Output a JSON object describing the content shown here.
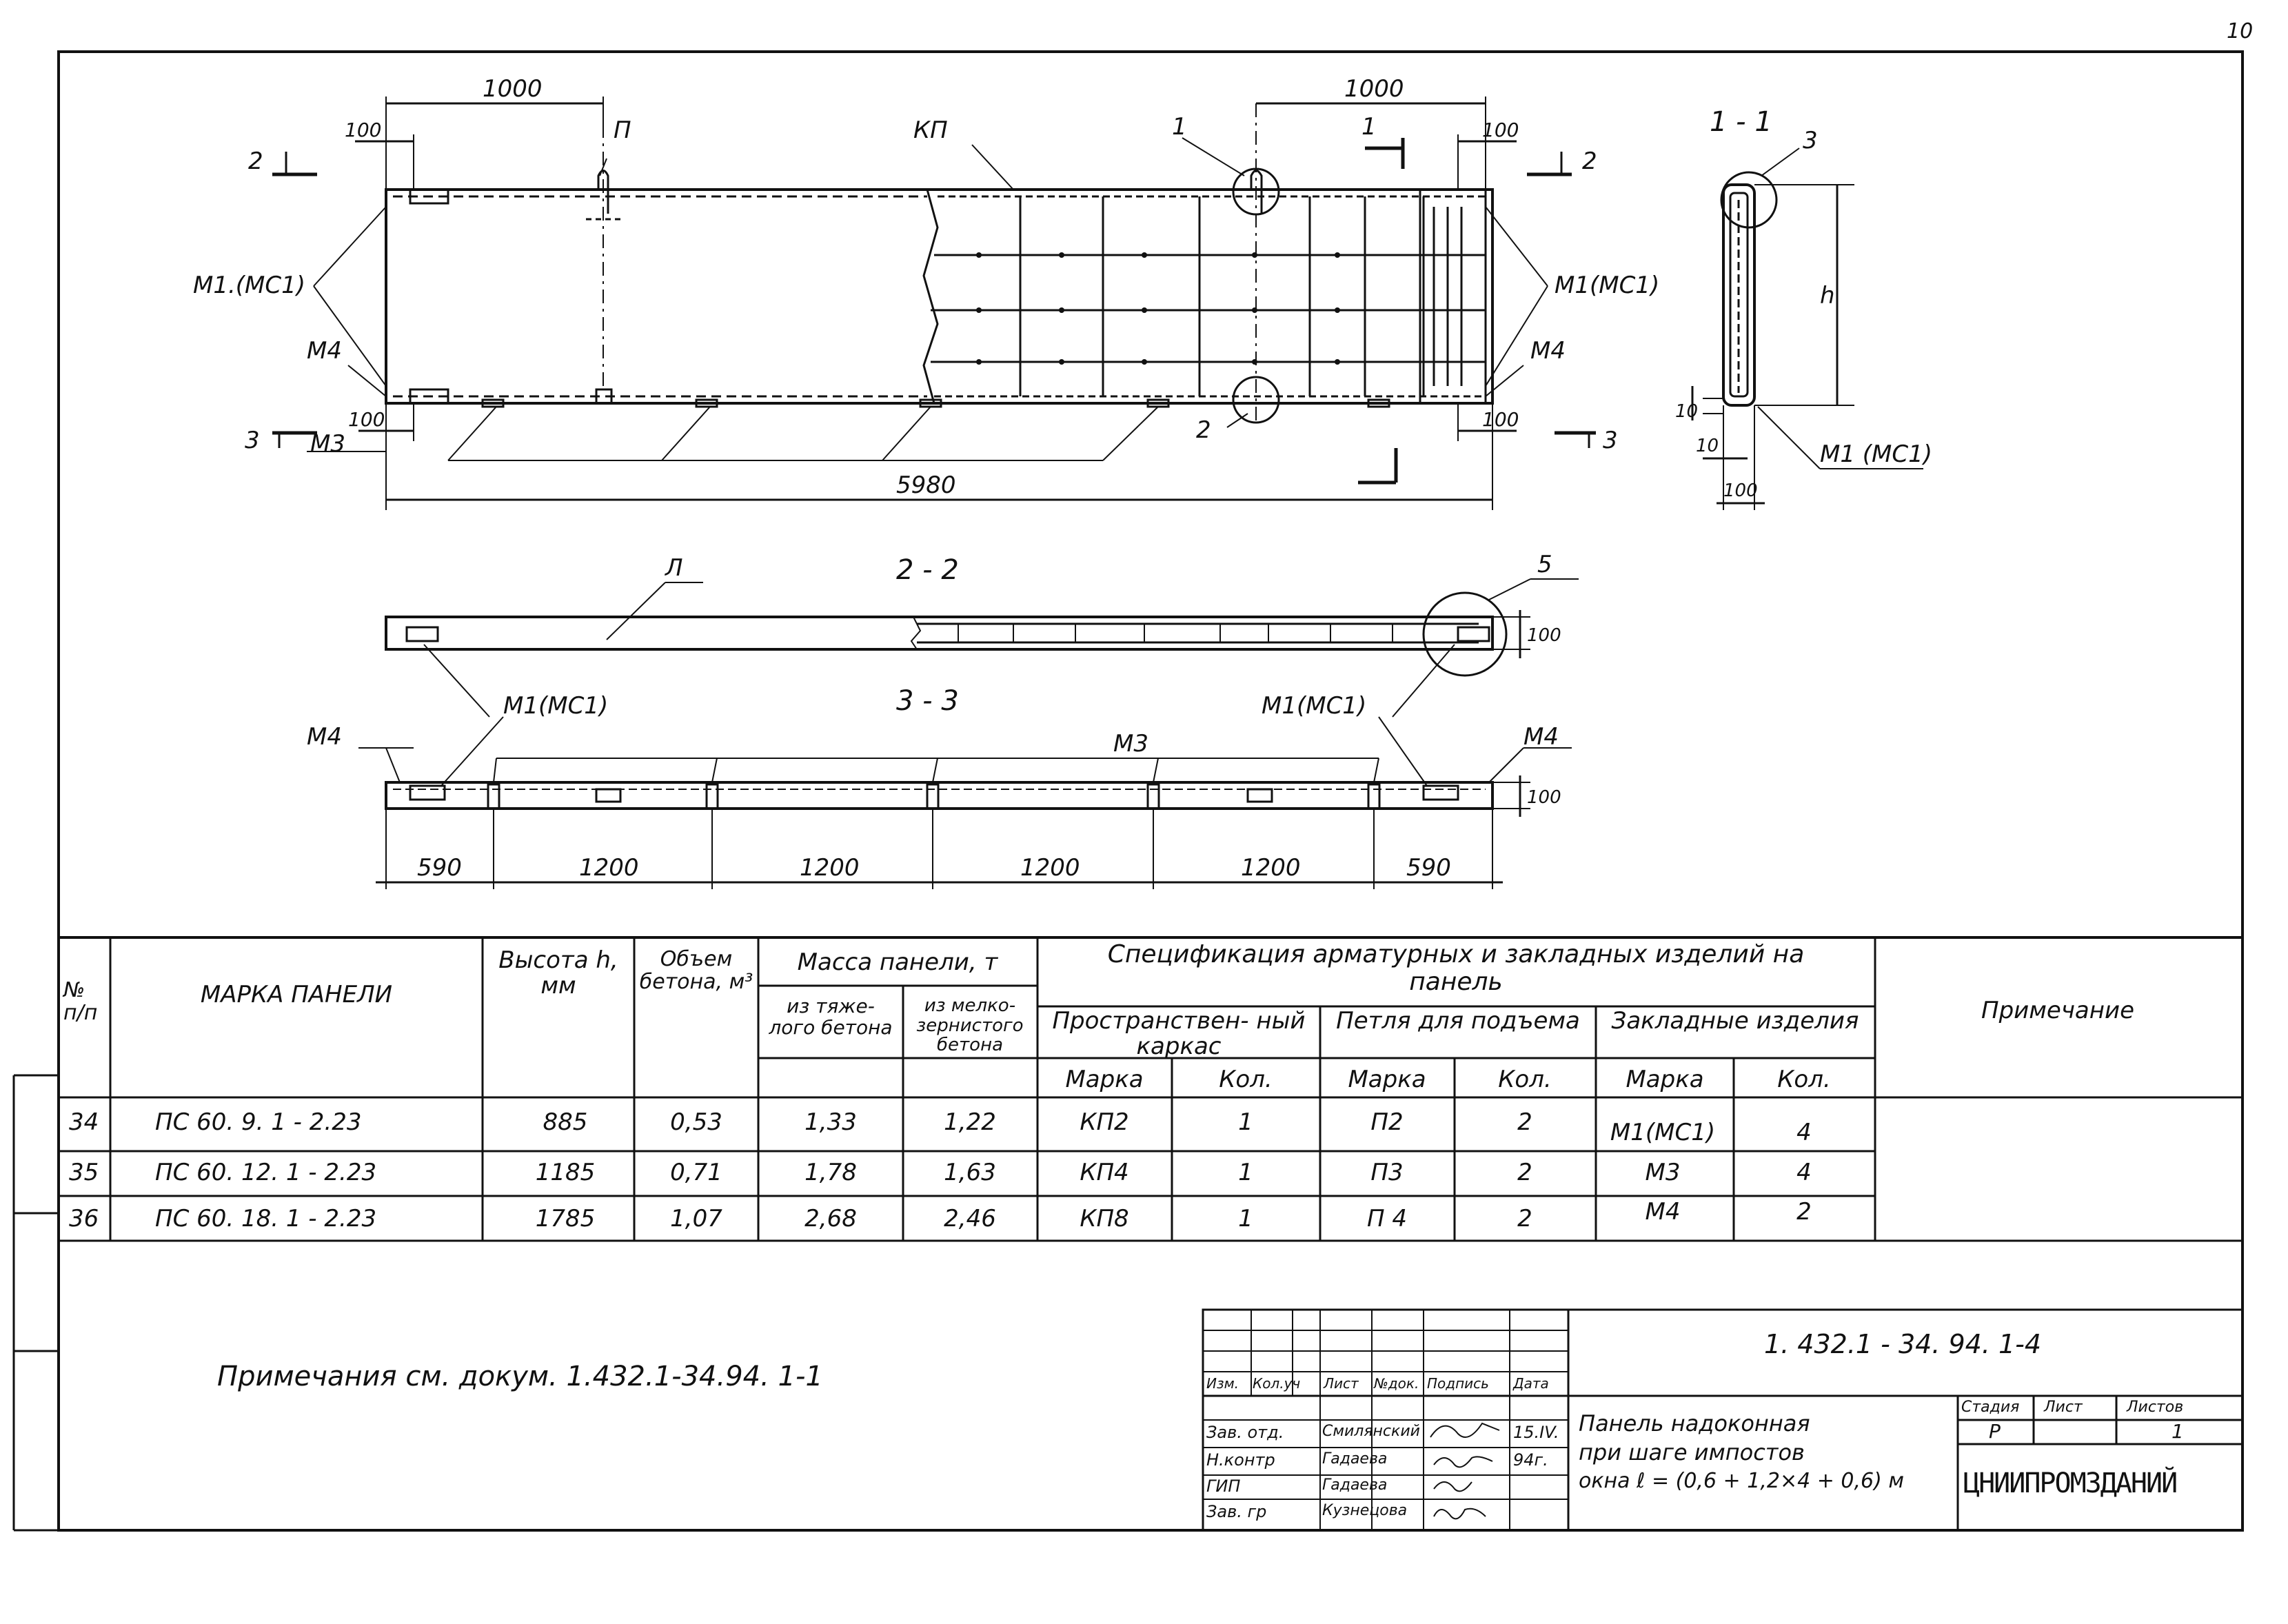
{
  "page_number": "10",
  "drawing": {
    "dims_top": {
      "left_1000": "1000",
      "left_100": "100",
      "right_1000": "1000",
      "right_100": "100",
      "left_100_bottom": "100",
      "right_100_bottom": "100",
      "overall": "5980"
    },
    "labels": {
      "P": "П",
      "KP": "КП",
      "one": "1",
      "two": "2",
      "M1_left": "М1.(МС1)",
      "M1_right": "М1(МС1)",
      "M4_left": "М4",
      "M4_right": "М4",
      "M3_left": "М3",
      "section_marker_1": "1",
      "section_marker_2_left": "2",
      "section_marker_2_right": "2",
      "section_marker_3_left": "3",
      "section_marker_3_right": "3"
    },
    "section_1_1": {
      "title": "1 - 1",
      "label3": "3",
      "label_h": "h",
      "dim10a": "10",
      "dim10b": "10",
      "dim100": "100",
      "label_M1": "М1 (МС1)"
    },
    "section_2_2": {
      "title": "2 - 2",
      "label_L": "Л",
      "label5": "5",
      "dim100": "100"
    },
    "section_3_3": {
      "title": "3 - 3",
      "M1_left": "М1(МС1)",
      "M1_right": "М1(МС1)",
      "M4_left": "М4",
      "M4_right": "М4",
      "M3": "М3",
      "dim100": "100",
      "dims": [
        "590",
        "1200",
        "1200",
        "1200",
        "1200",
        "590"
      ]
    }
  },
  "table": {
    "headers": {
      "no": "№ п/п",
      "mark": "МАРКА ПАНЕЛИ",
      "height": "Высота h, мм",
      "volume": "Объем бетона, м³",
      "mass": "Масса панели, т",
      "mass_heavy": "из тяже- лого бетона",
      "mass_fine": "из мелко- зернистого бетона",
      "spec": "Спецификация арматурных и закладных изделий на панель",
      "frame": "Пространствен- ный каркас",
      "loop": "Петля для подъема",
      "embedded": "Закладные изделия",
      "mark_sub": "Марка",
      "qty_sub": "Кол.",
      "note": "Примечание"
    },
    "rows": [
      {
        "no": "34",
        "mark": "ПС 60. 9. 1 - 2.23",
        "h": "885",
        "vol": "0,53",
        "m1": "1,33",
        "m2": "1,22",
        "frame": "КП2",
        "fq": "1",
        "loop": "П2",
        "lq": "2"
      },
      {
        "no": "35",
        "mark": "ПС 60. 12. 1 - 2.23",
        "h": "1185",
        "vol": "0,71",
        "m1": "1,78",
        "m2": "1,63",
        "frame": "КП4",
        "fq": "1",
        "loop": "П3",
        "lq": "2"
      },
      {
        "no": "36",
        "mark": "ПС 60. 18. 1 - 2.23",
        "h": "1785",
        "vol": "1,07",
        "m1": "2,68",
        "m2": "2,46",
        "frame": "КП8",
        "fq": "1",
        "loop": "П 4",
        "lq": "2"
      }
    ],
    "embedded_items": [
      {
        "mark": "М1(МС1)",
        "qty": "4"
      },
      {
        "mark": "М3",
        "qty": "4"
      },
      {
        "mark": "М4",
        "qty": "2"
      }
    ]
  },
  "note_text": "Примечания см. докум. 1.432.1-34.94. 1-1",
  "title_block": {
    "doc_code": "1. 432.1 - 34. 94. 1-4",
    "head": [
      "Изм.",
      "Кол.уч",
      "Лист",
      "№док.",
      "Подпись",
      "Дата"
    ],
    "roles": [
      {
        "role": "Зав. отд.",
        "name": "Смилянский",
        "date": "15.IV."
      },
      {
        "role": "Н.контр",
        "name": "Гадаева",
        "date": "94г."
      },
      {
        "role": "ГИП",
        "name": "Гадаева",
        "date": ""
      },
      {
        "role": "Зав. гр",
        "name": "Кузнецова",
        "date": ""
      }
    ],
    "title_lines": [
      "Панель надоконная",
      "при шаге импостов",
      "окна  ℓ = (0,6 + 1,2×4 + 0,6) м"
    ],
    "stage_head": [
      "Стадия",
      "Лист",
      "Листов"
    ],
    "stage_vals": [
      "Р",
      "",
      "1"
    ],
    "org": "ЦНИИПРОМЗДАНИЙ"
  }
}
